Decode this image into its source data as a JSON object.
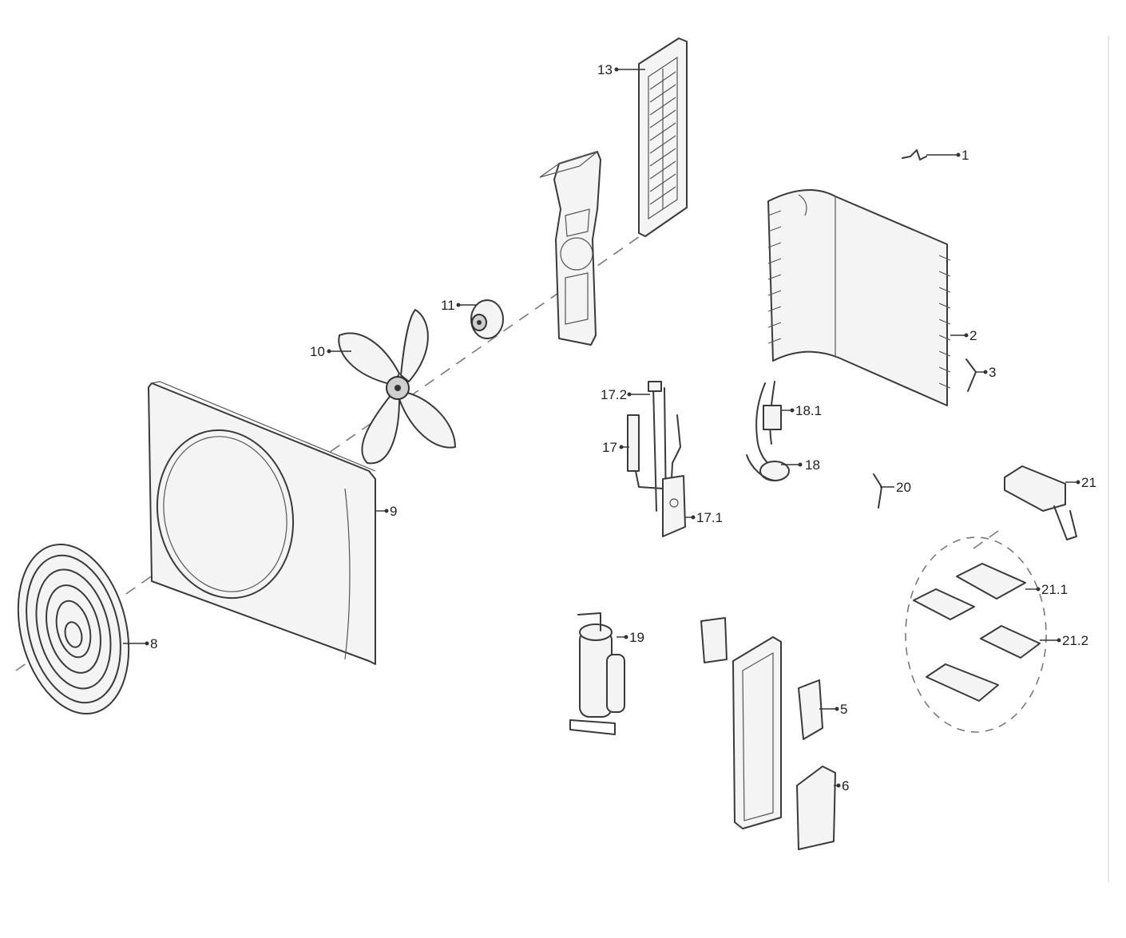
{
  "callouts": [
    {
      "id": "1",
      "text": "1"
    },
    {
      "id": "2",
      "text": "2"
    },
    {
      "id": "3",
      "text": "3"
    },
    {
      "id": "5",
      "text": "5"
    },
    {
      "id": "6",
      "text": "6"
    },
    {
      "id": "8",
      "text": "8"
    },
    {
      "id": "9",
      "text": "9"
    },
    {
      "id": "10",
      "text": "10"
    },
    {
      "id": "11",
      "text": "11"
    },
    {
      "id": "13",
      "text": "13"
    },
    {
      "id": "17",
      "text": "17"
    },
    {
      "id": "17_1",
      "text": "17.1"
    },
    {
      "id": "17_2",
      "text": "17.2"
    },
    {
      "id": "18",
      "text": "18"
    },
    {
      "id": "18_1",
      "text": "18.1"
    },
    {
      "id": "19",
      "text": "19"
    },
    {
      "id": "20",
      "text": "20"
    },
    {
      "id": "21",
      "text": "21"
    },
    {
      "id": "21_1",
      "text": "21.1"
    },
    {
      "id": "21_2",
      "text": "21.2"
    }
  ]
}
